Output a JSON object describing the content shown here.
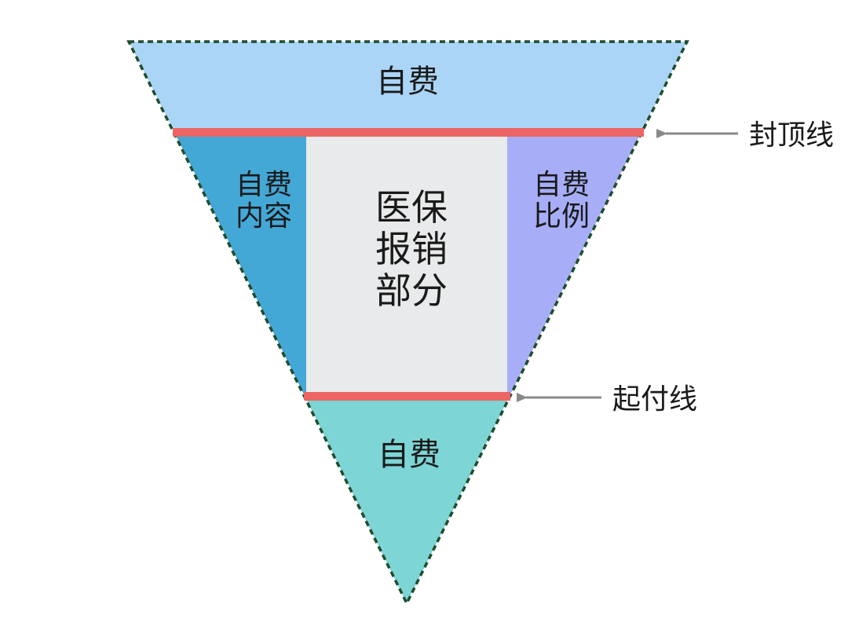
{
  "diagram": {
    "top_zone": {
      "label": "自费",
      "color": "#abd5f7"
    },
    "left_zone": {
      "lines": [
        "自费",
        "内容"
      ],
      "color": "#44a8d6"
    },
    "center_zone": {
      "lines": [
        "医保",
        "报销",
        "部分"
      ],
      "color": "#e9eaeb"
    },
    "right_zone": {
      "lines": [
        "自费",
        "比例"
      ],
      "color": "#a7aef7"
    },
    "bottom_zone": {
      "label": "自费",
      "color": "#7dd5d5"
    },
    "ceiling_line": {
      "label": "封顶线",
      "color": "#ec6464"
    },
    "deductible_line": {
      "label": "起付线",
      "color": "#ec6464"
    },
    "outline_color": "#1e4d2e",
    "arrow_color": "#888888"
  }
}
